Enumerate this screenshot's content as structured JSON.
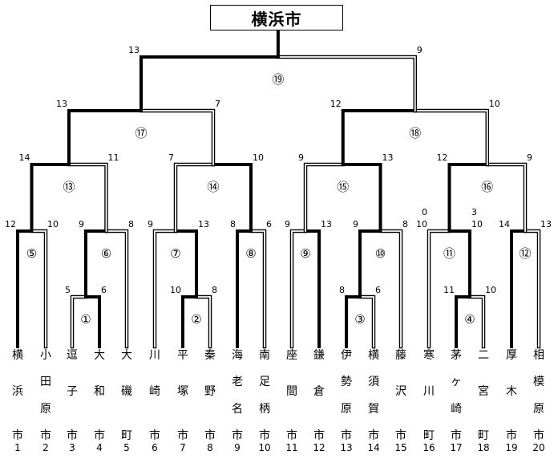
{
  "title": "横浜市",
  "teams": [
    {
      "name": "横浜",
      "suffix": "市",
      "number": "1"
    },
    {
      "name": "小田原",
      "suffix": "市",
      "number": "2"
    },
    {
      "name": "逗子",
      "suffix": "市",
      "number": "3"
    },
    {
      "name": "大和",
      "suffix": "市",
      "number": "4"
    },
    {
      "name": "大磯",
      "suffix": "町",
      "number": "5"
    },
    {
      "name": "川崎",
      "suffix": "市",
      "number": "6"
    },
    {
      "name": "平塚",
      "suffix": "市",
      "number": "7"
    },
    {
      "name": "秦野",
      "suffix": "市",
      "number": "8"
    },
    {
      "name": "海老名",
      "suffix": "市",
      "number": "9"
    },
    {
      "name": "南足柄",
      "suffix": "市",
      "number": "10"
    },
    {
      "name": "座間",
      "suffix": "市",
      "number": "11"
    },
    {
      "name": "鎌倉",
      "suffix": "市",
      "number": "12"
    },
    {
      "name": "伊勢原",
      "suffix": "市",
      "number": "13"
    },
    {
      "name": "横須賀",
      "suffix": "市",
      "number": "14"
    },
    {
      "name": "藤沢",
      "suffix": "市",
      "number": "15"
    },
    {
      "name": "寒川",
      "suffix": "町",
      "number": "16"
    },
    {
      "name": "茅ヶ崎",
      "suffix": "市",
      "number": "17"
    },
    {
      "name": "二宮",
      "suffix": "町",
      "number": "18"
    },
    {
      "name": "厚木",
      "suffix": "市",
      "number": "19"
    },
    {
      "name": "相模原",
      "suffix": "市",
      "number": "20"
    }
  ],
  "matches": [
    {
      "label": "①",
      "left_score": "5",
      "right_score": "6",
      "winner": "right"
    },
    {
      "label": "②",
      "left_score": "10",
      "right_score": "8",
      "winner": "left"
    },
    {
      "label": "③",
      "left_score": "8",
      "right_score": "6",
      "winner": "left"
    },
    {
      "label": "④",
      "left_score": "11",
      "right_score": "10",
      "winner": "left"
    },
    {
      "label": "⑤",
      "left_score": "12",
      "right_score": "10",
      "winner": "left"
    },
    {
      "label": "⑥",
      "left_score": "9",
      "right_score": "8",
      "winner": "left"
    },
    {
      "label": "⑦",
      "left_score": "9",
      "right_score": "13",
      "winner": "right"
    },
    {
      "label": "⑧",
      "left_score": "8",
      "right_score": "6",
      "winner": "left"
    },
    {
      "label": "⑨",
      "left_score": "9",
      "right_score": "13",
      "winner": "right"
    },
    {
      "label": "⑩",
      "left_score": "9",
      "right_score": "8",
      "winner": "left"
    },
    {
      "label": "⑪",
      "left_score": "10",
      "right_score": "10",
      "winner": "right",
      "left_extra": "0",
      "right_extra": "3"
    },
    {
      "label": "⑫",
      "left_score": "14",
      "right_score": "13",
      "winner": "left"
    },
    {
      "label": "⑬",
      "left_score": "14",
      "right_score": "11",
      "winner": "left"
    },
    {
      "label": "⑭",
      "left_score": "7",
      "right_score": "10",
      "winner": "right"
    },
    {
      "label": "⑮",
      "left_score": "9",
      "right_score": "13",
      "winner": "right"
    },
    {
      "label": "⑯",
      "left_score": "12",
      "right_score": "9",
      "winner": "left"
    },
    {
      "label": "⑰",
      "left_score": "13",
      "right_score": "7",
      "winner": "left"
    },
    {
      "label": "⑱",
      "left_score": "12",
      "right_score": "10",
      "winner": "left"
    },
    {
      "label": "⑲",
      "left_score": "13",
      "right_score": "9",
      "winner": "left"
    }
  ]
}
